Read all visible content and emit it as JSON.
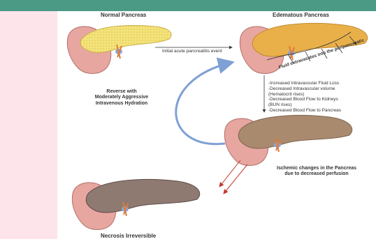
{
  "colors": {
    "band": "#4a9a86",
    "page_bg": "#fde4ea",
    "stomach": "#e8a6a0",
    "pancreas_normal": "#f4e37a",
    "pancreas_edema": "#e9b04a",
    "pancreas_necrosis": "#8f7a72",
    "cycle_arrow": "#7ea0d4",
    "red_arrow": "#c0392b"
  },
  "labels": {
    "normal_pancreas": "Normal Pancreas",
    "edematous_pancreas": "Edematous Pancreas",
    "initial_event": "Initial acute pancreatitis event",
    "fluid_extravasation": "Fluid extravasates into the peripancreatic",
    "reverse_line1": "Reverse with",
    "reverse_line2": "Moderately Aggressive",
    "reverse_line3": "Intravenous Hydration",
    "effects": [
      "-Increased Intravascular Fluid Loss",
      "-Decreased Intravascular volume",
      "(Hematocrit rises)",
      "-Decreased Blood Flow to Kidneys",
      "(BUN rises)",
      "-Decreased Blood Flow to Pancreas"
    ],
    "ischemic_line1": "Ischemic changes in the Pancreas",
    "ischemic_line2": "due to decreased perfusion",
    "necrosis": "Necrosis Irreversible"
  }
}
